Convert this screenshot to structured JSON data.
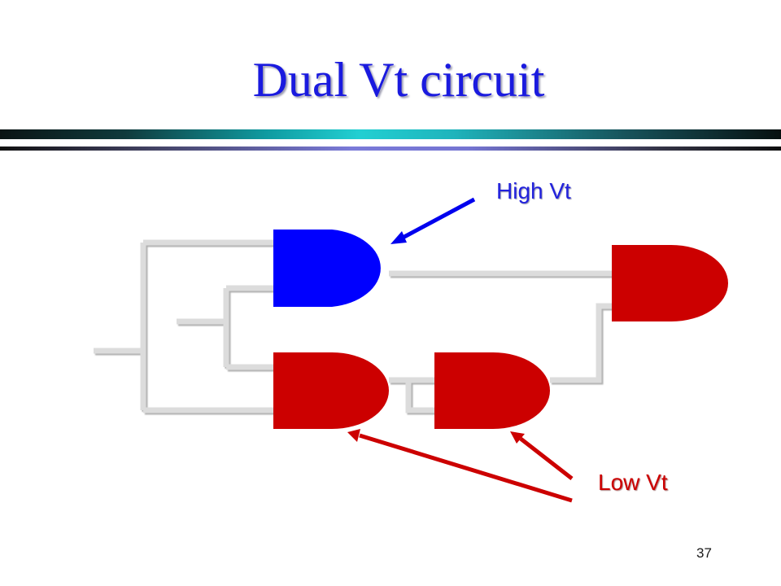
{
  "slide": {
    "title": "Dual Vt circuit",
    "page_number": "37"
  },
  "diagram": {
    "high_vt_label": "High Vt",
    "low_vt_label": "Low Vt",
    "gates": [
      {
        "name": "gate-top-left",
        "threshold": "High Vt"
      },
      {
        "name": "gate-bottom-left",
        "threshold": "Low Vt"
      },
      {
        "name": "gate-bottom-middle",
        "threshold": "Low Vt"
      },
      {
        "name": "gate-right",
        "threshold": "Low Vt"
      }
    ]
  },
  "colors": {
    "title": "#1a1adf",
    "high_vt": "#0000ff",
    "low_vt": "#cc0000",
    "wire": "#dcdcdc"
  }
}
